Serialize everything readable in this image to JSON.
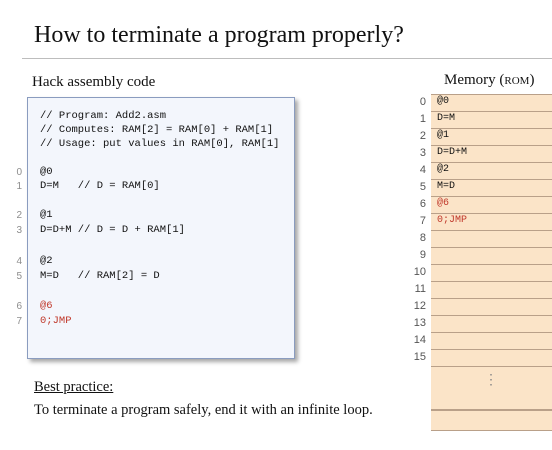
{
  "title": "How to terminate a program properly?",
  "code_panel": {
    "label": "Hack assembly code",
    "lines": [
      {
        "text": "// Program: Add2.asm",
        "num": "",
        "red": false
      },
      {
        "text": "// Computes: RAM[2] = RAM[0] + RAM[1]",
        "num": "",
        "red": false
      },
      {
        "text": "// Usage: put values in RAM[0], RAM[1]",
        "num": "",
        "red": false
      },
      {
        "text": "@0",
        "num": "0",
        "red": false
      },
      {
        "text": "D=M   // D = RAM[0]",
        "num": "1",
        "red": false
      },
      {
        "text": "@1",
        "num": "2",
        "red": false
      },
      {
        "text": "D=D+M // D = D + RAM[1]",
        "num": "3",
        "red": false
      },
      {
        "text": "@2",
        "num": "4",
        "red": false
      },
      {
        "text": "M=D   // RAM[2] = D",
        "num": "5",
        "red": false
      },
      {
        "text": "@6",
        "num": "6",
        "red": true
      },
      {
        "text": "0;JMP",
        "num": "7",
        "red": true
      }
    ]
  },
  "memory": {
    "label_main": "Memory (",
    "label_small": "ROM",
    "label_end": ")",
    "rows": [
      {
        "addr": "0",
        "value": "@0",
        "red": false
      },
      {
        "addr": "1",
        "value": "D=M",
        "red": false
      },
      {
        "addr": "2",
        "value": "@1",
        "red": false
      },
      {
        "addr": "3",
        "value": "D=D+M",
        "red": false
      },
      {
        "addr": "4",
        "value": "@2",
        "red": false
      },
      {
        "addr": "5",
        "value": "M=D",
        "red": false
      },
      {
        "addr": "6",
        "value": "@6",
        "red": true
      },
      {
        "addr": "7",
        "value": "0;JMP",
        "red": true
      },
      {
        "addr": "8",
        "value": "",
        "red": false
      },
      {
        "addr": "9",
        "value": "",
        "red": false
      },
      {
        "addr": "10",
        "value": "",
        "red": false
      },
      {
        "addr": "11",
        "value": "",
        "red": false
      },
      {
        "addr": "12",
        "value": "",
        "red": false
      },
      {
        "addr": "13",
        "value": "",
        "red": false
      },
      {
        "addr": "14",
        "value": "",
        "red": false
      },
      {
        "addr": "15",
        "value": "",
        "red": false
      }
    ],
    "ellipsis": "⋮"
  },
  "best_practice": {
    "title": "Best practice:",
    "text": "To terminate a program safely, end it with an infinite loop."
  },
  "colors": {
    "accent_red": "#c0392b",
    "memory_fill": "#fbe4c8",
    "code_bg": "#f3f6fc"
  }
}
